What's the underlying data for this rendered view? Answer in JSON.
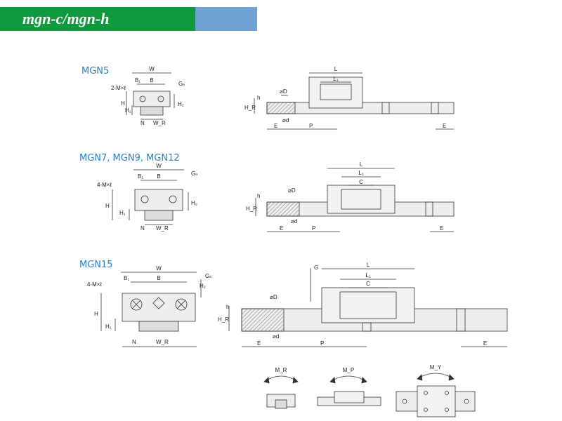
{
  "header": {
    "title": "mgn-c/mgn-h",
    "colors": {
      "green": "#0f9a3e",
      "blue": "#6fa1d3"
    }
  },
  "sections": [
    {
      "name": "MGN5",
      "front": {
        "W": "W",
        "B": "B",
        "B1": "B₁",
        "M": "2-M×ℓ",
        "Gn": "Gₙ",
        "H": "H",
        "H1": "H₁",
        "H2": "H₂",
        "N": "N",
        "WR": "W_R"
      },
      "side": {
        "L": "L",
        "L1": "L₁",
        "D": "⌀D",
        "h": "h",
        "HR": "H_R",
        "d": "⌀d",
        "E": "E",
        "P": "P",
        "E2": "E"
      }
    },
    {
      "name": "MGN7, MGN9, MGN12",
      "front": {
        "W": "W",
        "B": "B",
        "B1": "B₁",
        "M": "4-M×ℓ",
        "Gn": "Gₙ",
        "H": "H",
        "H1": "H₁",
        "H2": "H₂",
        "N": "N",
        "WR": "W_R"
      },
      "side": {
        "L": "L",
        "L1": "L₁",
        "C": "C",
        "D": "⌀D",
        "h": "h",
        "HR": "H_R",
        "d": "⌀d",
        "E": "E",
        "P": "P",
        "E2": "E"
      }
    },
    {
      "name": "MGN15",
      "front": {
        "W": "W",
        "B": "B",
        "B1": "B₁",
        "M": "4-M×ℓ",
        "Gn": "Gₙ",
        "H": "H",
        "H1": "H₁",
        "H2": "H₂",
        "N": "N",
        "WR": "W_R"
      },
      "side": {
        "L": "L",
        "L1": "L₁",
        "C": "C",
        "G": "G",
        "D": "⌀D",
        "h": "h",
        "HR": "H_R",
        "d": "⌀d",
        "E": "E",
        "P": "P",
        "E2": "E"
      }
    }
  ],
  "moments": {
    "MR": "M_R",
    "MP": "M_P",
    "MY": "M_Y"
  }
}
